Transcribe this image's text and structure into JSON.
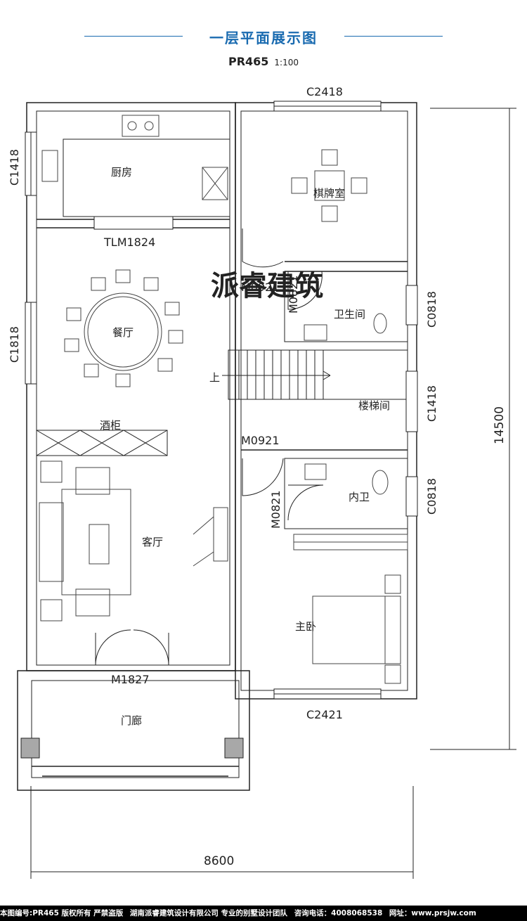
{
  "header": {
    "title": "一层平面展示图",
    "plan_code": "PR465",
    "scale": "1:100"
  },
  "watermark": "派睿建筑",
  "rooms": {
    "kitchen": "厨房",
    "chess_room": "棋牌室",
    "dining": "餐厅",
    "bathroom": "卫生间",
    "stair_up": "上",
    "stairwell": "楼梯间",
    "wine_cabinet": "酒柜",
    "living": "客厅",
    "ensuite": "内卫",
    "master_bedroom": "主卧",
    "porch": "门廊"
  },
  "openings": {
    "c2418": "C2418",
    "c1418_left": "C1418",
    "c1818": "C1818",
    "tlm1824": "TLM1824",
    "m0921_top": "M0921",
    "m0821_top": "M0821",
    "c0818_top": "C0818",
    "c1418_right": "C1418",
    "m0921_mid": "M0921",
    "m0821_mid": "M0821",
    "c0818_mid": "C0818",
    "m1827": "M1827",
    "c2421": "C2421"
  },
  "dimensions": {
    "width": "8600",
    "depth": "14500"
  },
  "footer": {
    "plan_no": "本图编号:PR465 版权所有 严禁盗版",
    "company": "湖南派睿建筑设计有限公司 专业的别墅设计团队",
    "phone": "咨询电话：4008068538",
    "site": "网址：www.prsjw.com"
  },
  "colors": {
    "title": "#1a6bb0",
    "wall": "#222222",
    "column": "#a8a8a8"
  }
}
